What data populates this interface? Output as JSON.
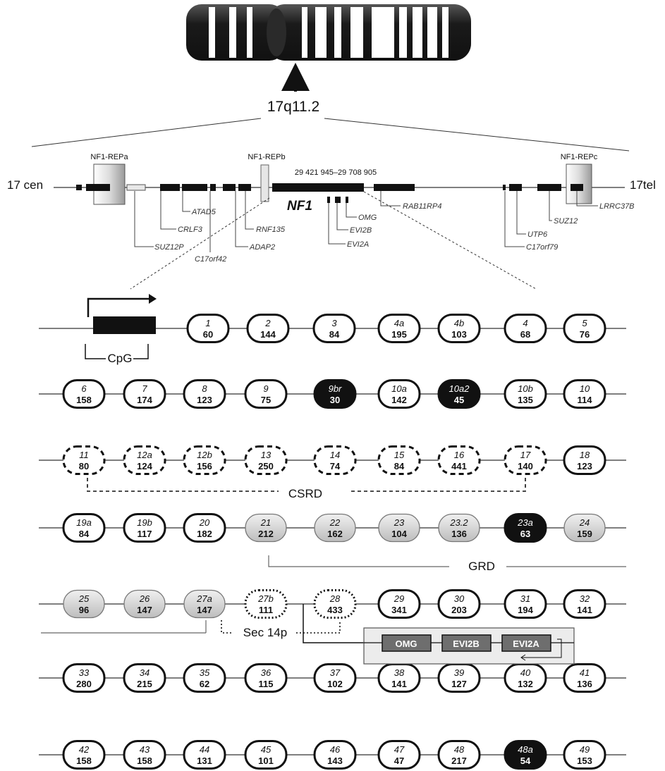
{
  "chromosome": {
    "band_label": "17q11.2"
  },
  "region": {
    "left_label": "17 cen",
    "right_label": "17tel",
    "nf1_coordinates": "29 421 945–29 708 905",
    "nf1_label": "NF1",
    "repeats": [
      "NF1-REPa",
      "NF1-REPb",
      "NF1-REPc"
    ],
    "genes": [
      "SUZ12P",
      "CRLF3",
      "ATAD5",
      "C17orf42",
      "ADAP2",
      "RNF135",
      "EVI2A",
      "EVI2B",
      "OMG",
      "RAB11RP4",
      "C17orf79",
      "UTP6",
      "SUZ12",
      "LRRC37B"
    ]
  },
  "promoter": {
    "label": "CpG"
  },
  "rows": [
    [
      {
        "n": "1",
        "s": "60",
        "style": "normal"
      },
      {
        "n": "2",
        "s": "144",
        "style": "normal"
      },
      {
        "n": "3",
        "s": "84",
        "style": "normal"
      },
      {
        "n": "4a",
        "s": "195",
        "style": "normal"
      },
      {
        "n": "4b",
        "s": "103",
        "style": "normal"
      },
      {
        "n": "4",
        "s": "68",
        "style": "normal"
      },
      {
        "n": "5",
        "s": "76",
        "style": "normal"
      }
    ],
    [
      {
        "n": "6",
        "s": "158",
        "style": "normal"
      },
      {
        "n": "7",
        "s": "174",
        "style": "normal"
      },
      {
        "n": "8",
        "s": "123",
        "style": "normal"
      },
      {
        "n": "9",
        "s": "75",
        "style": "normal"
      },
      {
        "n": "9br",
        "s": "30",
        "style": "black"
      },
      {
        "n": "10a",
        "s": "142",
        "style": "normal"
      },
      {
        "n": "10a2",
        "s": "45",
        "style": "black"
      },
      {
        "n": "10b",
        "s": "135",
        "style": "normal"
      },
      {
        "n": "10",
        "s": "114",
        "style": "normal"
      }
    ],
    [
      {
        "n": "11",
        "s": "80",
        "style": "dashed"
      },
      {
        "n": "12a",
        "s": "124",
        "style": "dashed"
      },
      {
        "n": "12b",
        "s": "156",
        "style": "dashed"
      },
      {
        "n": "13",
        "s": "250",
        "style": "dashed"
      },
      {
        "n": "14",
        "s": "74",
        "style": "dashed"
      },
      {
        "n": "15",
        "s": "84",
        "style": "dashed"
      },
      {
        "n": "16",
        "s": "441",
        "style": "dashed"
      },
      {
        "n": "17",
        "s": "140",
        "style": "dashed"
      },
      {
        "n": "18",
        "s": "123",
        "style": "normal"
      }
    ],
    [
      {
        "n": "19a",
        "s": "84",
        "style": "normal"
      },
      {
        "n": "19b",
        "s": "117",
        "style": "normal"
      },
      {
        "n": "20",
        "s": "182",
        "style": "normal"
      },
      {
        "n": "21",
        "s": "212",
        "style": "gray"
      },
      {
        "n": "22",
        "s": "162",
        "style": "gray"
      },
      {
        "n": "23",
        "s": "104",
        "style": "gray"
      },
      {
        "n": "23.2",
        "s": "136",
        "style": "gray"
      },
      {
        "n": "23a",
        "s": "63",
        "style": "black"
      },
      {
        "n": "24",
        "s": "159",
        "style": "gray"
      }
    ],
    [
      {
        "n": "25",
        "s": "96",
        "style": "gray"
      },
      {
        "n": "26",
        "s": "147",
        "style": "gray"
      },
      {
        "n": "27a",
        "s": "147",
        "style": "gray"
      },
      {
        "n": "27b",
        "s": "111",
        "style": "dotted"
      },
      {
        "n": "28",
        "s": "433",
        "style": "dotted"
      },
      {
        "n": "29",
        "s": "341",
        "style": "normal"
      },
      {
        "n": "30",
        "s": "203",
        "style": "normal"
      },
      {
        "n": "31",
        "s": "194",
        "style": "normal"
      },
      {
        "n": "32",
        "s": "141",
        "style": "normal"
      }
    ],
    [
      {
        "n": "33",
        "s": "280",
        "style": "normal"
      },
      {
        "n": "34",
        "s": "215",
        "style": "normal"
      },
      {
        "n": "35",
        "s": "62",
        "style": "normal"
      },
      {
        "n": "36",
        "s": "115",
        "style": "normal"
      },
      {
        "n": "37",
        "s": "102",
        "style": "normal"
      },
      {
        "n": "38",
        "s": "141",
        "style": "normal"
      },
      {
        "n": "39",
        "s": "127",
        "style": "normal"
      },
      {
        "n": "40",
        "s": "132",
        "style": "normal"
      },
      {
        "n": "41",
        "s": "136",
        "style": "normal"
      }
    ],
    [
      {
        "n": "42",
        "s": "158",
        "style": "normal"
      },
      {
        "n": "43",
        "s": "158",
        "style": "normal"
      },
      {
        "n": "44",
        "s": "131",
        "style": "normal"
      },
      {
        "n": "45",
        "s": "101",
        "style": "normal"
      },
      {
        "n": "46",
        "s": "143",
        "style": "normal"
      },
      {
        "n": "47",
        "s": "47",
        "style": "normal"
      },
      {
        "n": "48",
        "s": "217",
        "style": "normal"
      },
      {
        "n": "48a",
        "s": "54",
        "style": "black"
      },
      {
        "n": "49",
        "s": "153",
        "style": "normal"
      }
    ]
  ],
  "domains": {
    "csrd": "CSRD",
    "grd": "GRD",
    "sec14p": "Sec 14p"
  },
  "intron_genes": [
    "OMG",
    "EVI2B",
    "EVI2A"
  ],
  "colors": {
    "black": "#111111",
    "gray_fill": "#d4d4d4",
    "gene_box": "#6e6e6e"
  }
}
